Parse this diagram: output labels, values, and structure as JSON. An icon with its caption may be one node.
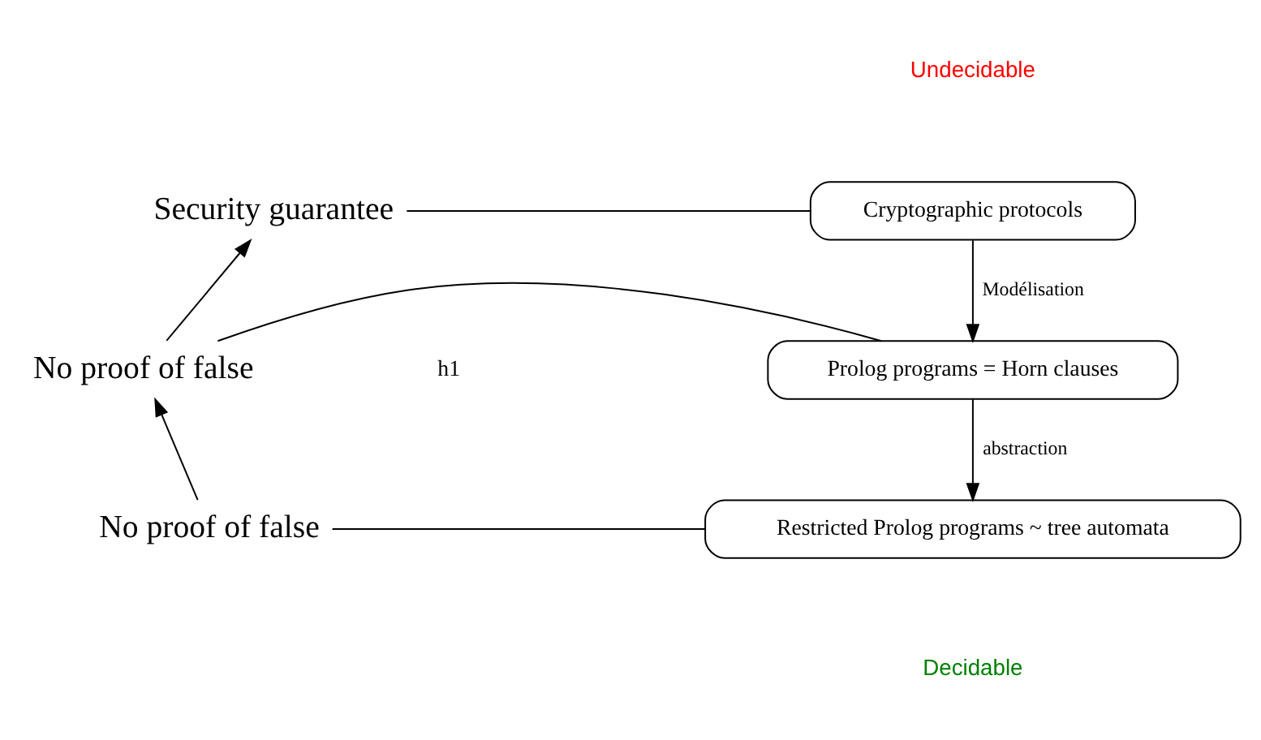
{
  "diagram": {
    "nodes": [
      {
        "text": [
          "Cryptographic protocols"
        ]
      },
      {
        "text": [
          "Prolog programs = Horn clauses"
        ]
      },
      {
        "text": [
          "Restricted Prolog programs ~ tree automata"
        ]
      },
      {
        "text": [
          "Security guarantee"
        ]
      },
      {
        "text": [
          "No proof of false"
        ]
      },
      {
        "text": [
          "No proof of false"
        ]
      }
    ],
    "edges": [
      {
        "from": 0,
        "to": 1,
        "arrow": "to",
        "label": "Modélisation"
      },
      {
        "from": 1,
        "to": 2,
        "arrow": "to",
        "label": "abstraction"
      },
      {
        "from": 0,
        "to": 3,
        "arrow": "none"
      },
      {
        "from": 1,
        "to": 4,
        "arrow": "none"
      },
      {
        "from": 2,
        "to": 5,
        "arrow": "none"
      },
      {
        "from": 5,
        "to": 4,
        "arrow": "to"
      },
      {
        "from": 4,
        "to": 3,
        "arrow": "to"
      }
    ],
    "labels": [
      "Undecidable",
      "h1",
      "Decidable"
    ]
  }
}
